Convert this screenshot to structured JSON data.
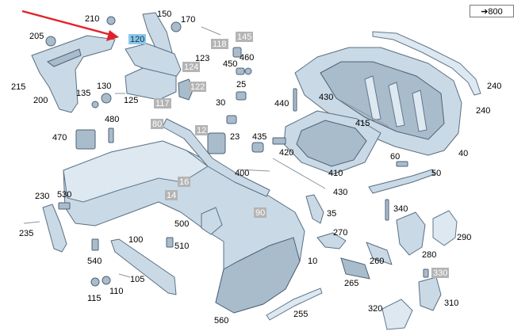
{
  "reference": {
    "label": "➔800"
  },
  "colors": {
    "part_fill": "#c9d9e6",
    "grey_badge": "#b4b4b4",
    "highlight_badge": "#8dc7e8",
    "arrow": "#e2222b"
  },
  "callouts": {
    "c210": "210",
    "c150": "150",
    "c170": "170",
    "c205": "205",
    "c120": "120",
    "c118": "118",
    "c145": "145",
    "c123": "123",
    "c124": "124",
    "c450": "450",
    "c460": "460",
    "c215": "215",
    "c130": "130",
    "c135": "135",
    "c125": "125",
    "c122": "122",
    "c117": "117",
    "c25": "25",
    "c200": "200",
    "c30": "30",
    "c480": "480",
    "c440": "440",
    "c430a": "430",
    "c415": "415",
    "c80": "80",
    "c12": "12",
    "c23": "23",
    "c435": "435",
    "c470": "470",
    "c420": "420",
    "c60": "60",
    "c40": "40",
    "c240a": "240",
    "c240b": "240",
    "c400": "400",
    "c410": "410",
    "c50": "50",
    "c16": "16",
    "c14": "14",
    "c230": "230",
    "c530": "530",
    "c430b": "430",
    "c340": "340",
    "c35": "35",
    "c90": "90",
    "c235": "235",
    "c500": "500",
    "c270": "270",
    "c290": "290",
    "c100": "100",
    "c510": "510",
    "c540": "540",
    "c280": "280",
    "c260": "260",
    "c10": "10",
    "c105": "105",
    "c330": "330",
    "c265": "265",
    "c115": "115",
    "c110": "110",
    "c310": "310",
    "c560": "560",
    "c255": "255",
    "c320": "320"
  }
}
